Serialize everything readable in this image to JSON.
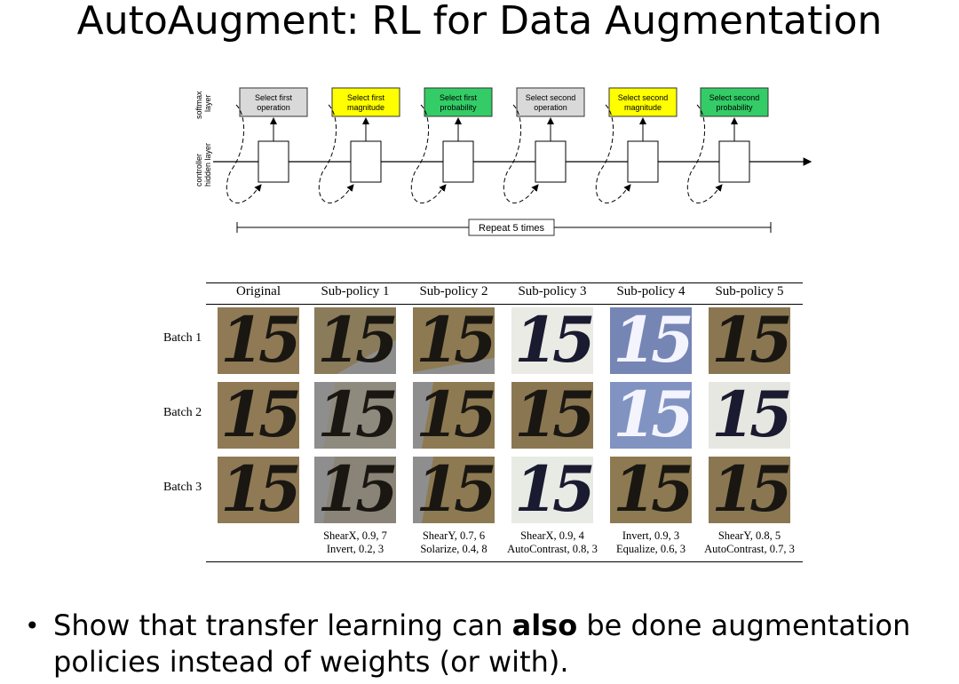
{
  "slide": {
    "title": "AutoAugment: RL for Data Augmentation"
  },
  "diagram": {
    "layer_labels": [
      "softmax",
      "layer",
      "controller",
      "hidden layer"
    ],
    "steps": [
      {
        "line1": "Select first",
        "line2": "operation",
        "color": "#d9d9d9"
      },
      {
        "line1": "Select first",
        "line2": "magnitude",
        "color": "#ffff00"
      },
      {
        "line1": "Select first",
        "line2": "probability",
        "color": "#33cc66"
      },
      {
        "line1": "Select second",
        "line2": "operation",
        "color": "#d9d9d9"
      },
      {
        "line1": "Select second",
        "line2": "magnitude",
        "color": "#ffff00"
      },
      {
        "line1": "Select second",
        "line2": "probability",
        "color": "#33cc66"
      }
    ],
    "repeat_label": "Repeat 5 times"
  },
  "figure": {
    "columns": [
      "Original",
      "Sub-policy 1",
      "Sub-policy 2",
      "Sub-policy 3",
      "Sub-policy 4",
      "Sub-policy 5"
    ],
    "rows": [
      "Batch 1",
      "Batch 2",
      "Batch 3"
    ],
    "cell_text": "15",
    "captions": [
      {
        "line1": "ShearX, 0.9, 7",
        "line2": "Invert, 0.2, 3"
      },
      {
        "line1": "ShearY, 0.7, 6",
        "line2": "Solarize, 0.4, 8"
      },
      {
        "line1": "ShearX, 0.9, 4",
        "line2": "AutoContrast, 0.8, 3"
      },
      {
        "line1": "Invert, 0.9, 3",
        "line2": "Equalize, 0.6, 3"
      },
      {
        "line1": "ShearY, 0.8, 5",
        "line2": "AutoContrast, 0.7, 3"
      }
    ]
  },
  "bullet": {
    "before": "Show that transfer learning can ",
    "bold": "also",
    "after": " be done augmentation policies instead of weights (or with)."
  }
}
